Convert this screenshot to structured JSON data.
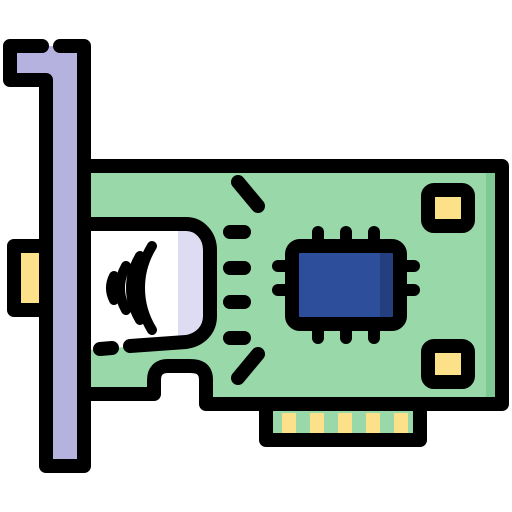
{
  "icon": {
    "name": "network-card-icon",
    "colors": {
      "outline": "#000000",
      "bracket": "#b6b2e0",
      "board": "#99d8a8",
      "board_shade": "#7ec994",
      "chip": "#2c4e9b",
      "chip_shade": "#233f80",
      "pads": "#fde08a",
      "wifi_panel": "#ffffff",
      "wifi_panel_shade": "#dedcf2"
    },
    "components": [
      "metal-bracket",
      "circuit-board",
      "wireless-module",
      "processor-chip",
      "solder-pads",
      "edge-connector"
    ]
  }
}
